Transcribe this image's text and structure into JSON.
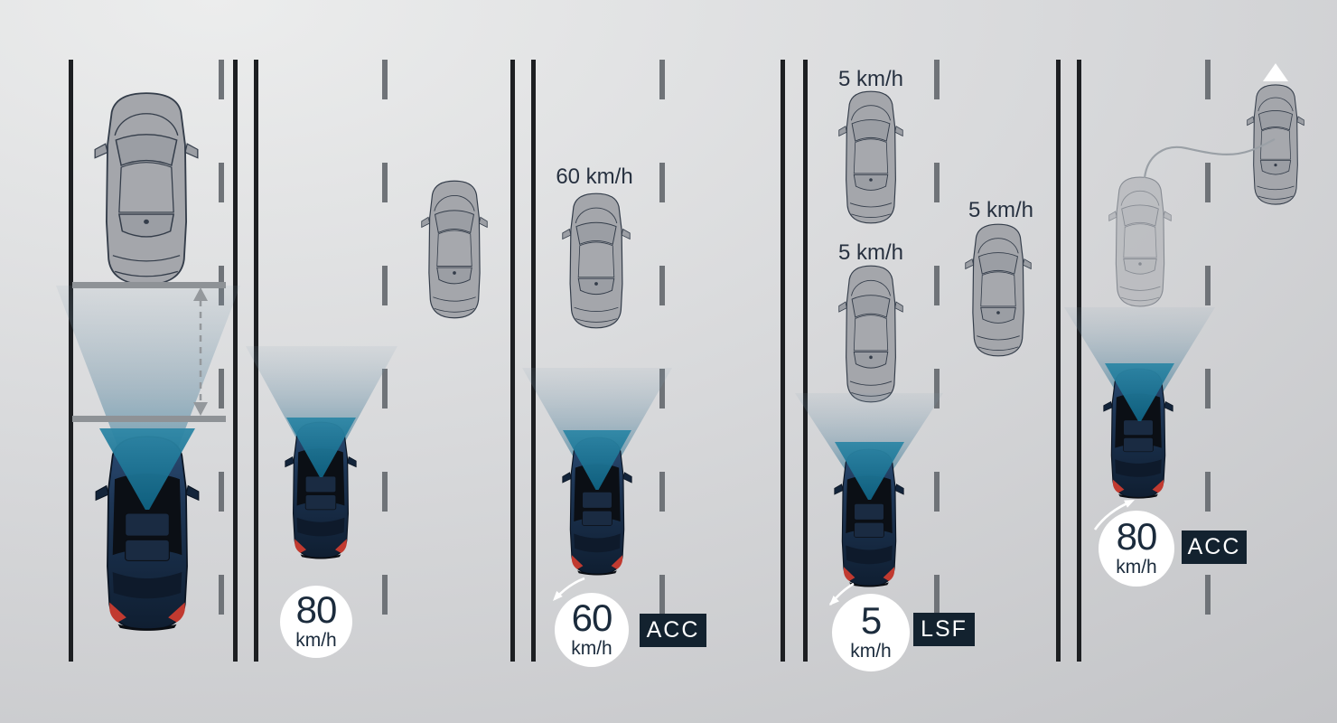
{
  "colors": {
    "background_light": "#ecedee",
    "background_dark": "#c3c4c7",
    "lane_line": "#1d1f22",
    "lane_dash": "#6f7378",
    "sensor_cone_teal": "#1f7fa0",
    "ego_car_blue": "#1d3551",
    "lead_car_gray": "#a4a6ab",
    "badge_navy": "#13222f",
    "speed_text_navy": "#1b2b3c",
    "badge_circle_white": "#ffffff"
  },
  "icons": {
    "distance_arrow": "double-headed-dashed-arrow",
    "decelerate_arrow": "curved-arrow-down-left",
    "accelerate_arrow": "curved-arrow-up-right",
    "lane_change_path": "s-curve-line",
    "direction_triangle": "up-triangle"
  },
  "panels": [
    {
      "name": "headway-distance"
    },
    {
      "name": "cruising-set-speed",
      "speed_circle": {
        "value": "80",
        "unit": "km/h"
      }
    },
    {
      "name": "following-slower-lead",
      "lead_speed_label": "60 km/h",
      "speed_circle": {
        "value": "60",
        "unit": "km/h"
      },
      "mode_badge": "ACC"
    },
    {
      "name": "low-speed-following",
      "lead_speed_label": "5 km/h",
      "second_lead_speed_label": "5 km/h",
      "adjacent_speed_label": "5 km/h",
      "speed_circle": {
        "value": "5",
        "unit": "km/h"
      },
      "mode_badge": "LSF"
    },
    {
      "name": "lead-car-exits-resume",
      "speed_circle": {
        "value": "80",
        "unit": "km/h"
      },
      "mode_badge": "ACC"
    }
  ]
}
